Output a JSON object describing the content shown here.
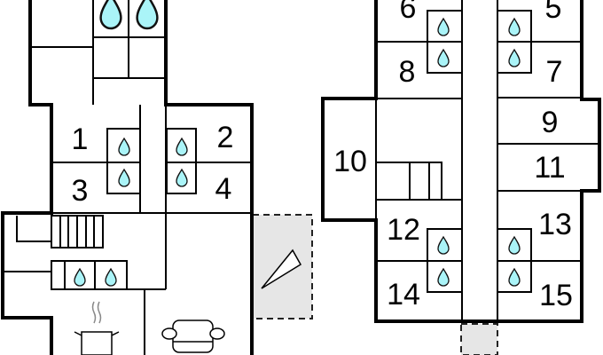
{
  "plan": {
    "room_labels": [
      "1",
      "2",
      "3",
      "4",
      "5",
      "6",
      "7",
      "8",
      "9",
      "10",
      "11",
      "12",
      "13",
      "14",
      "15"
    ],
    "icons": [
      "water-drop-icon",
      "stairs-icon",
      "cooking-pot-icon",
      "armchair-icon",
      "compass-arrow-icon"
    ],
    "colors": {
      "bathroom_drop": "#aaf4f8",
      "terrace": "#e6e6e6",
      "walls": "#000000"
    }
  }
}
